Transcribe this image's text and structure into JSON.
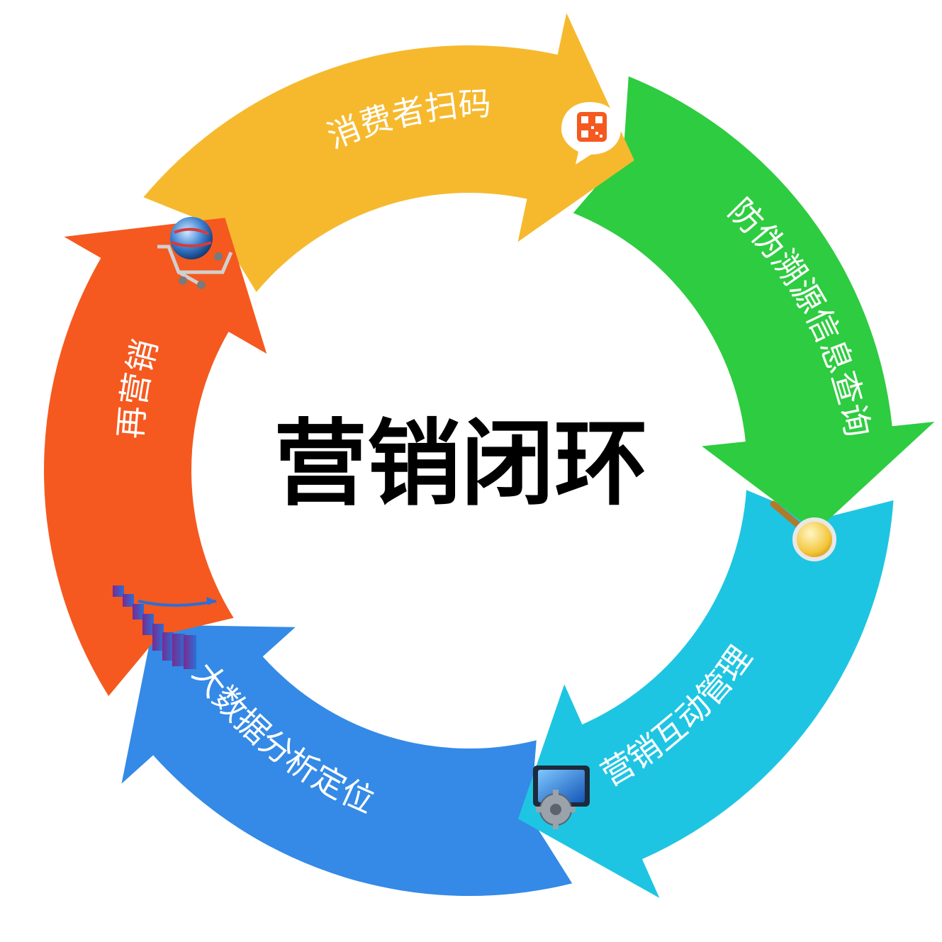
{
  "title": "营销闭环",
  "stages": [
    {
      "label": "消费者扫码",
      "color": "#f5591f",
      "icon": "qr-code-chat-icon"
    },
    {
      "label": "防伪溯源信息查询",
      "color": "#f6b92e",
      "icon": "magnifier-icon"
    },
    {
      "label": "营销互动管理",
      "color": "#2ecc40",
      "icon": "monitor-gear-icon"
    },
    {
      "label": "大数据分析定位",
      "color": "#1ec5e2",
      "icon": "bar-growth-chart-icon"
    },
    {
      "label": "再营销",
      "color": "#348ae6",
      "icon": "globe-cart-icon"
    }
  ]
}
